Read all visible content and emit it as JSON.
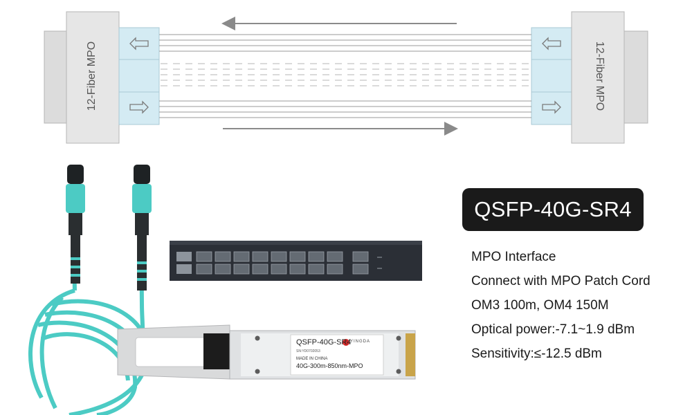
{
  "diagram": {
    "left_connector_label": "12-Fiber MPO",
    "right_connector_label": "12-Fiber MPO",
    "colors": {
      "connector": "#e4e4e4",
      "port": "#d4ebf3",
      "arrow": "#8a8a8a"
    }
  },
  "module": {
    "model": "QSFP-40G-SR4",
    "brand": "YINGDA",
    "serial": "SN:YD0702053",
    "made_in": "MADE IN CHINA",
    "spec_line": "40G-300m-850nm-MPO"
  },
  "badge": {
    "text": "QSFP-40G-SR4"
  },
  "specs": [
    "MPO Interface",
    "Connect with MPO Patch Cord",
    "OM3 100m, OM4 150M",
    "Optical power:-7.1~1.9 dBm",
    "Sensitivity:≤-12.5 dBm"
  ],
  "colors": {
    "cable_aqua": "#4ccbc4",
    "badge_bg": "#1a1a1a",
    "switch_body": "#2b2f36"
  }
}
